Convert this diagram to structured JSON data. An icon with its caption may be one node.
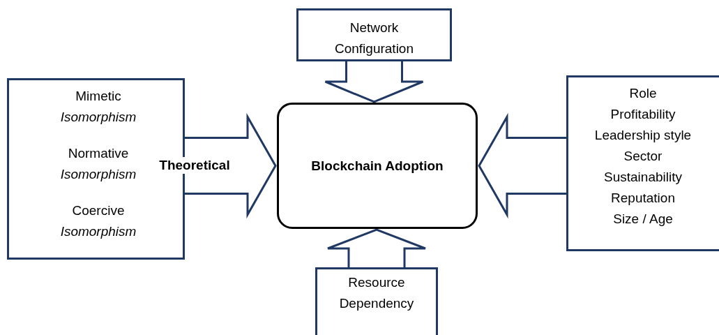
{
  "diagram": {
    "nodes": [
      {
        "text": [
          "Network Configuration"
        ]
      },
      {
        "text": [
          "Mimetic *Isomorphism*",
          "Normative *Isomorphism*",
          "Coercive *Isomorphism*"
        ]
      },
      {
        "text": [
          "Blockchain Adoption"
        ]
      },
      {
        "text": [
          "Role",
          "Profitability",
          "Leadership style",
          "Sector",
          "Sustainability",
          "Reputation",
          "Size / Age"
        ]
      },
      {
        "text": [
          "Resource Dependency"
        ]
      }
    ],
    "edges": [
      {
        "from": 0,
        "to": 2,
        "arrow": "to",
        "style": "thick"
      },
      {
        "from": 1,
        "to": 2,
        "arrow": "to",
        "style": "thick",
        "label": "Theoretical"
      },
      {
        "from": 3,
        "to": 2,
        "arrow": "to",
        "style": "thick"
      },
      {
        "from": 4,
        "to": 2,
        "arrow": "to",
        "style": "thick"
      }
    ]
  }
}
